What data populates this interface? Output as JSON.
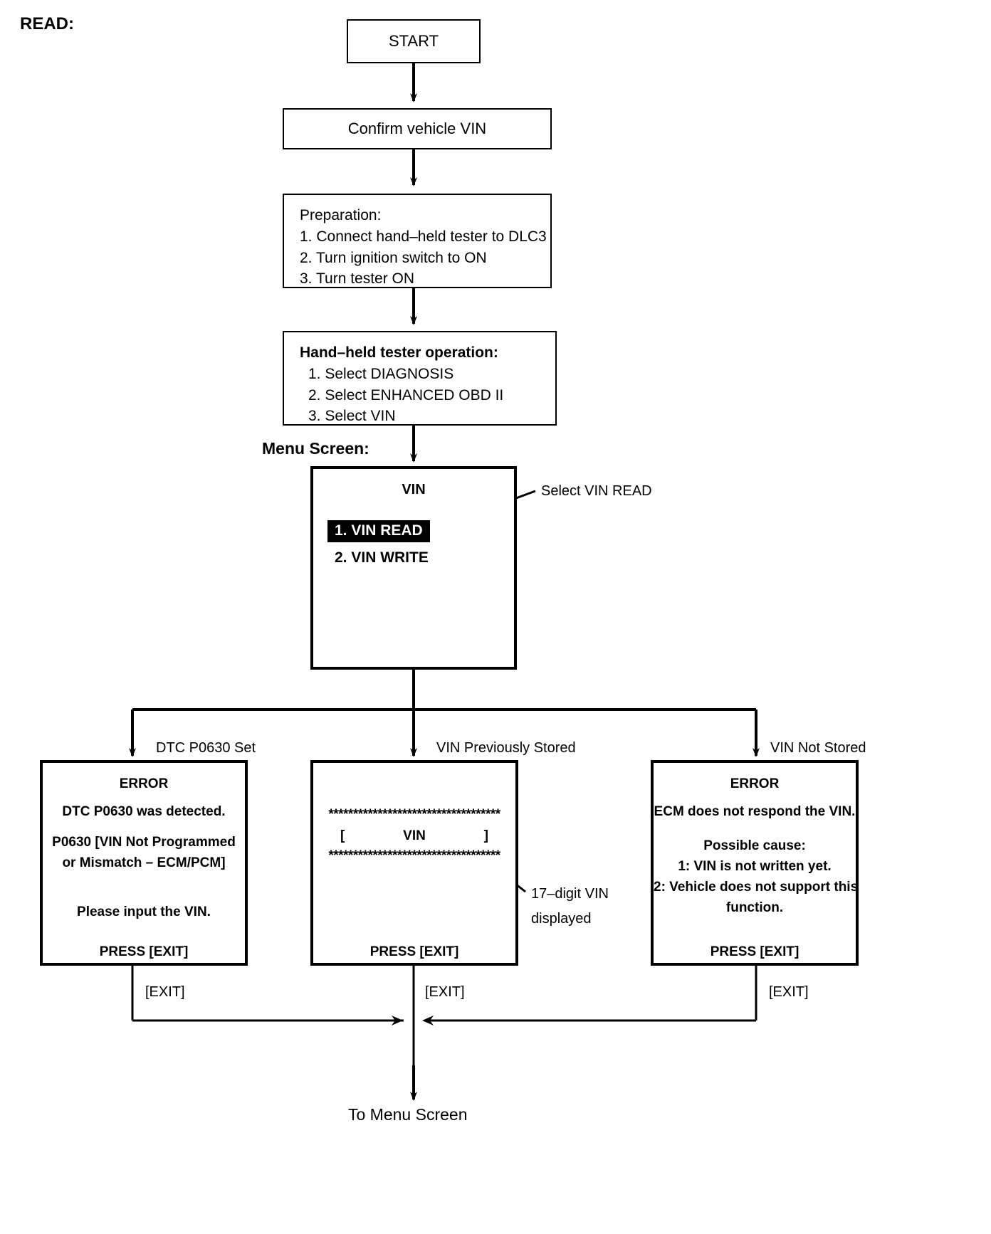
{
  "page": {
    "heading": "READ:"
  },
  "flow": {
    "start": {
      "label": "START"
    },
    "confirm": {
      "label": "Confirm vehicle VIN"
    },
    "preparation": {
      "title": "Preparation:",
      "steps": [
        "1. Connect hand–held tester to DLC3",
        "2. Turn ignition switch to ON",
        "3. Turn tester ON"
      ]
    },
    "tester_operation": {
      "title": "Hand–held tester operation:",
      "steps": [
        "1. Select DIAGNOSIS",
        "2. Select ENHANCED OBD II",
        "3. Select VIN"
      ]
    },
    "menu_screen": {
      "section_label": "Menu Screen:",
      "screen_title": "VIN",
      "items": [
        {
          "label": "1. VIN READ",
          "selected": true
        },
        {
          "label": "2. VIN WRITE",
          "selected": false
        }
      ],
      "callout": "Select VIN READ"
    },
    "branches": [
      {
        "label": "DTC P0630 Set"
      },
      {
        "label": "VIN Previously Stored"
      },
      {
        "label": "VIN Not Stored"
      }
    ],
    "result_screens": {
      "left": {
        "title": "ERROR",
        "lines": [
          "DTC P0630 was detected.",
          "P0630  [VIN Not Programmed",
          "or Mismatch – ECM/PCM]",
          "Please input the VIN."
        ],
        "footer": "PRESS [EXIT]"
      },
      "middle": {
        "stars_top": "***********************************",
        "vin_left_bracket": "[",
        "vin_text": "VIN",
        "vin_right_bracket": "]",
        "stars_bottom": "***********************************",
        "footer": "PRESS [EXIT]",
        "callout_line1": "17–digit VIN",
        "callout_line2": "displayed"
      },
      "right": {
        "title": "ERROR",
        "lines": [
          "ECM does not respond the VIN.",
          "Possible cause:",
          "1: VIN is not written yet.",
          "2: Vehicle does not support this",
          "function."
        ],
        "footer": "PRESS [EXIT]"
      }
    },
    "exit_labels": [
      "[EXIT]",
      "[EXIT]",
      "[EXIT]"
    ],
    "end": {
      "label": "To Menu Screen"
    }
  },
  "colors": {
    "line": "#000000",
    "background": "#ffffff",
    "highlight_bg": "#000000",
    "highlight_fg": "#ffffff"
  }
}
